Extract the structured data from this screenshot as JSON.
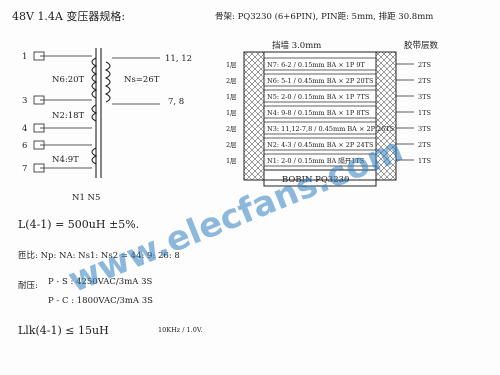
{
  "header": {
    "left_title": "48V 1.4A 变压器规格:",
    "right_title": "骨架: PQ3230 (6+6PIN), PIN距: 5mm, 排距 30.8mm"
  },
  "schematic": {
    "pins": [
      "1",
      "3",
      "4",
      "6",
      "7"
    ],
    "right_pins": "11, 12",
    "right_bottom": "7, 8",
    "windings": {
      "n6": "N6:20T",
      "n2": "N2:18T",
      "n4": "N4:9T",
      "ns": "Ns=26T",
      "bottom": "N1  N5"
    }
  },
  "winding_table": {
    "label_tape": "挡墙 3.0mm",
    "label_layers": "胶带层数",
    "rows": [
      {
        "layer": "1层",
        "text": "N7: 6-2 / 0.15mm BA × 1P 9T",
        "tape": "2TS"
      },
      {
        "layer": "2层",
        "text": "N6: 5-1 / 0.45mm BA × 2P 20TS",
        "tape": "2TS"
      },
      {
        "layer": "1层",
        "text": "N5: 2-0 / 0.15mm BA × 1P 7TS",
        "tape": "3TS"
      },
      {
        "layer": "1层",
        "text": "N4: 9-8 / 0.15mm BA × 1P 8TS",
        "tape": "1TS"
      },
      {
        "layer": "2层",
        "text": "N3: 11,12-7,8 / 0.45mm BA × 2P 26TS",
        "tape": "3TS"
      },
      {
        "layer": "2层",
        "text": "N2: 4-3 / 0.45mm BA × 2P 24TS",
        "tape": "2TS"
      },
      {
        "layer": "1层",
        "text": "N1: 2-0 / 0.15mm BA 隔开1TS",
        "tape": "1TS"
      }
    ],
    "bobbin": "BOBIN  PQ3230"
  },
  "specs": {
    "inductance": "L(4-1) = 500uH  ±5%.",
    "ratio": "匝比: Np: NA: Ns1: Ns2 = 44: 9: 26: 8",
    "hipot_label": "耐压:",
    "hipot1": "P - S : 4250VAC/3mA  3S",
    "hipot2": "P - C : 1800VAC/3mA  3S",
    "leakage": "Llk(4-1) ≤ 15uH",
    "leakage_cond": "10KHz / 1.0V."
  },
  "watermark": "www.elecfans.com"
}
